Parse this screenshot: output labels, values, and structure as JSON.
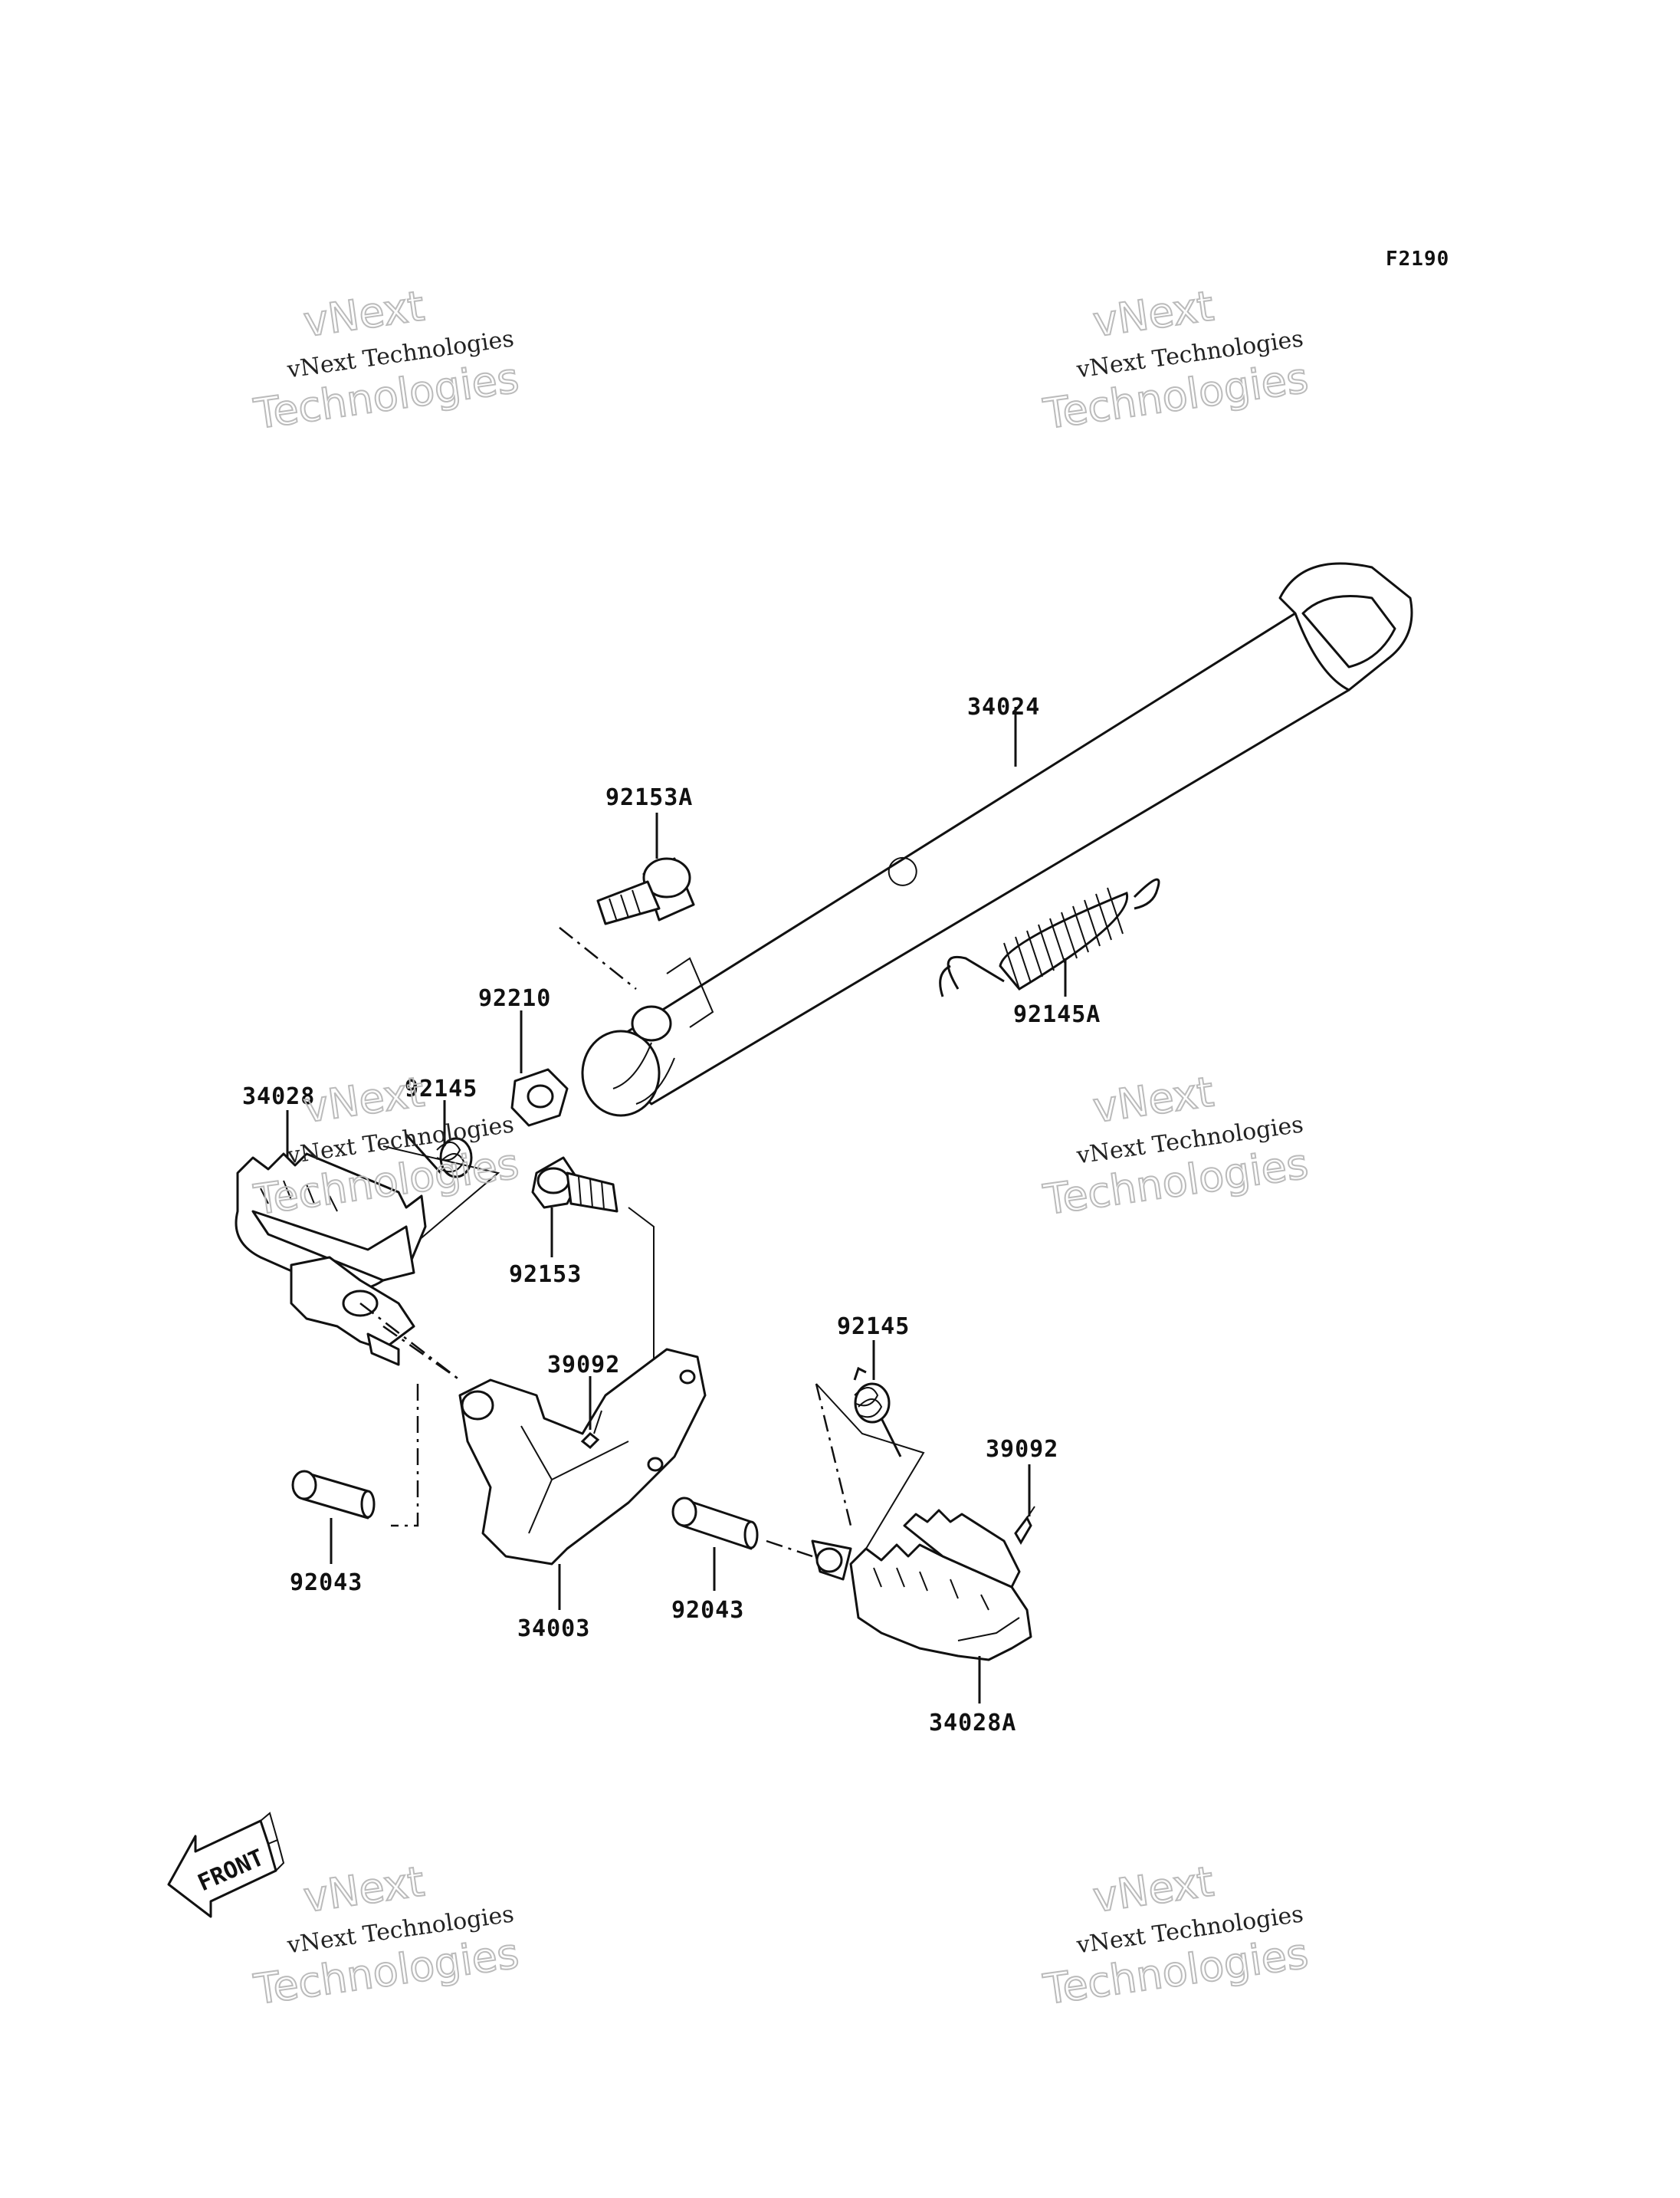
{
  "figure_code": "F2190",
  "parts": {
    "p34024": "34024",
    "p92153A": "92153A",
    "p92145A": "92145A",
    "p92210": "92210",
    "p92145_left": "92145",
    "p34028": "34028",
    "p92153": "92153",
    "p39092_left": "39092",
    "p92145_right": "92145",
    "p39092_right": "39092",
    "p92043_left": "92043",
    "p34003": "34003",
    "p92043_right": "92043",
    "p34028A": "34028A"
  },
  "front_label": "FRONT",
  "watermark": {
    "line_small": "vNext Technologies",
    "line_big_1": "vNext",
    "line_big_2": "Technologies"
  }
}
